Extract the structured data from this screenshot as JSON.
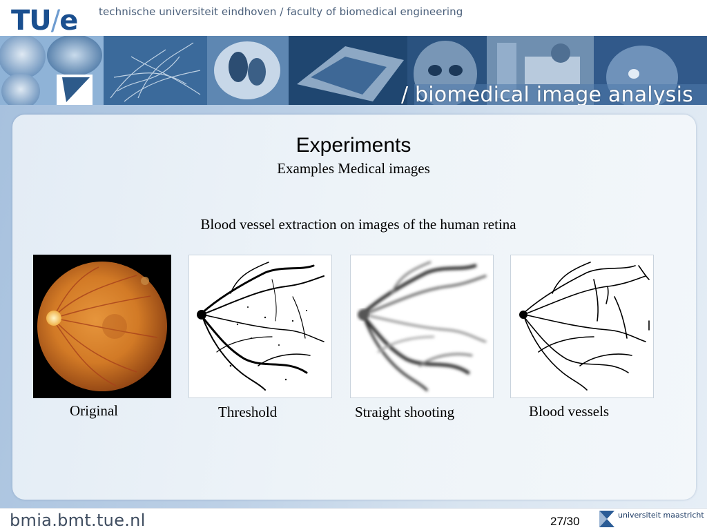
{
  "header": {
    "logo_main": "TU",
    "logo_slash": "/",
    "logo_tail": "e",
    "institute": "technische universiteit eindhoven / faculty of biomedical engineering",
    "banner_title": "/ biomedical image analysis"
  },
  "slide": {
    "title": "Experiments",
    "subtitle": "Examples Medical images",
    "caption": "Blood vessel extraction on images of the human retina",
    "figures": [
      {
        "label": "Original"
      },
      {
        "label": "Threshold"
      },
      {
        "label": "Straight shooting"
      },
      {
        "label": "Blood vessels"
      }
    ]
  },
  "footer": {
    "url": "bmia.bmt.tue.nl",
    "page": "27/30",
    "partner": "universiteit maastricht"
  },
  "colors": {
    "brand_blue": "#1a4f8f",
    "banner_dark": "#244f80",
    "retina_orange": "#d9822b"
  }
}
